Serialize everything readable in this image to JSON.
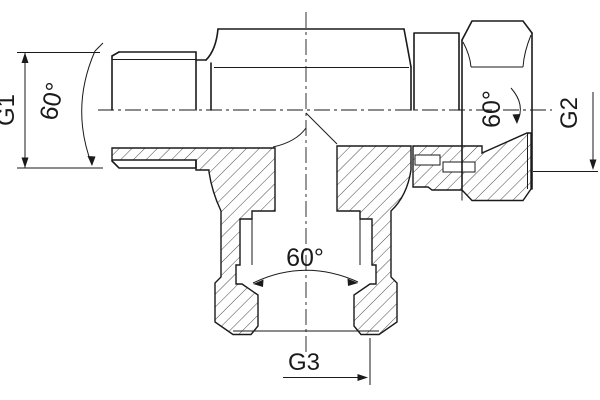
{
  "drawing": {
    "labels": {
      "g1": "G1",
      "g2": "G2",
      "g3": "G3",
      "angle_left": "60°",
      "angle_right": "60°",
      "angle_bottom": "60°"
    },
    "colors": {
      "line": "#1a1a1a",
      "background": "#ffffff"
    }
  }
}
